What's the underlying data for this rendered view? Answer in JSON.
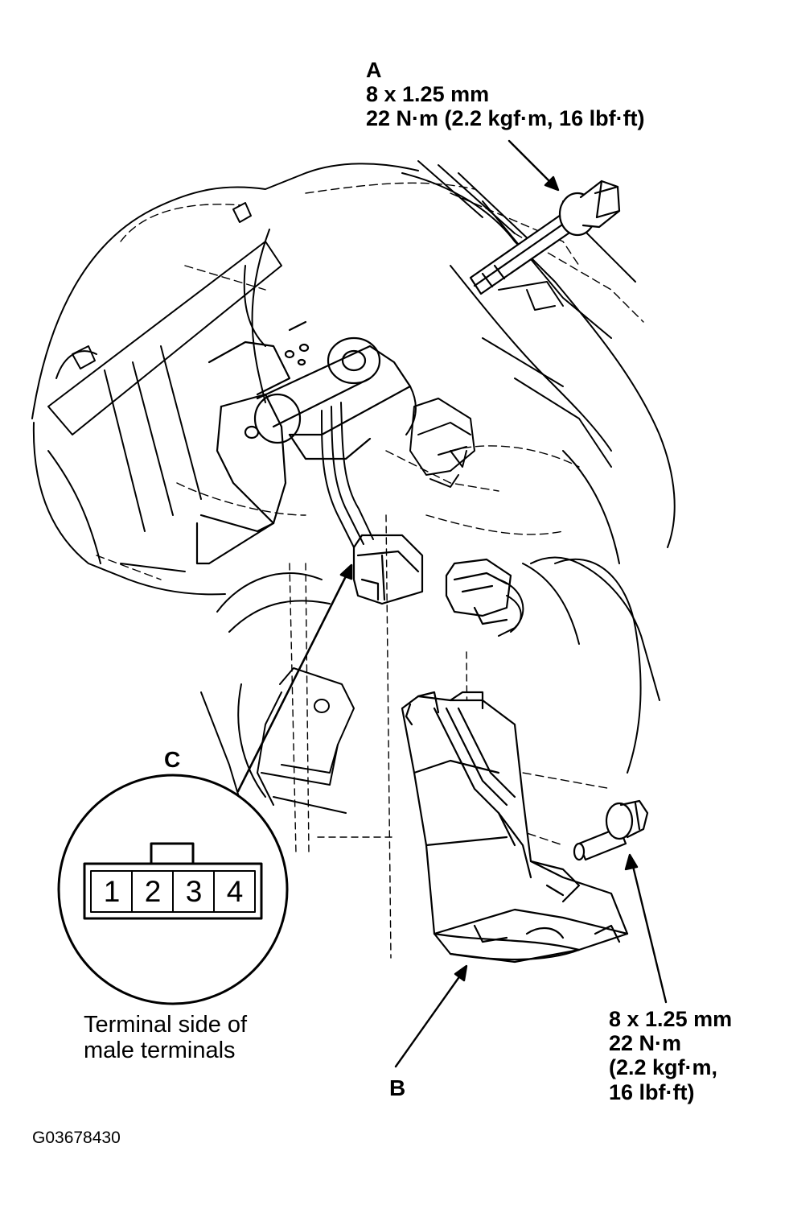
{
  "callouts": {
    "A": {
      "letter": "A",
      "size": "8 x 1.25 mm",
      "torque": "22 N·m (2.2 kgf·m, 16 lbf·ft)"
    },
    "B": {
      "letter": "B"
    },
    "B_bolt": {
      "size": "8 x 1.25 mm",
      "torque_line1": "22 N·m",
      "torque_line2": "(2.2 kgf·m,",
      "torque_line3": "16 lbf·ft)"
    },
    "C": {
      "letter": "C"
    }
  },
  "connector": {
    "terminals": [
      "1",
      "2",
      "3",
      "4"
    ],
    "caption_line1": "Terminal side of",
    "caption_line2": "male terminals"
  },
  "figure_id": "G03678430"
}
